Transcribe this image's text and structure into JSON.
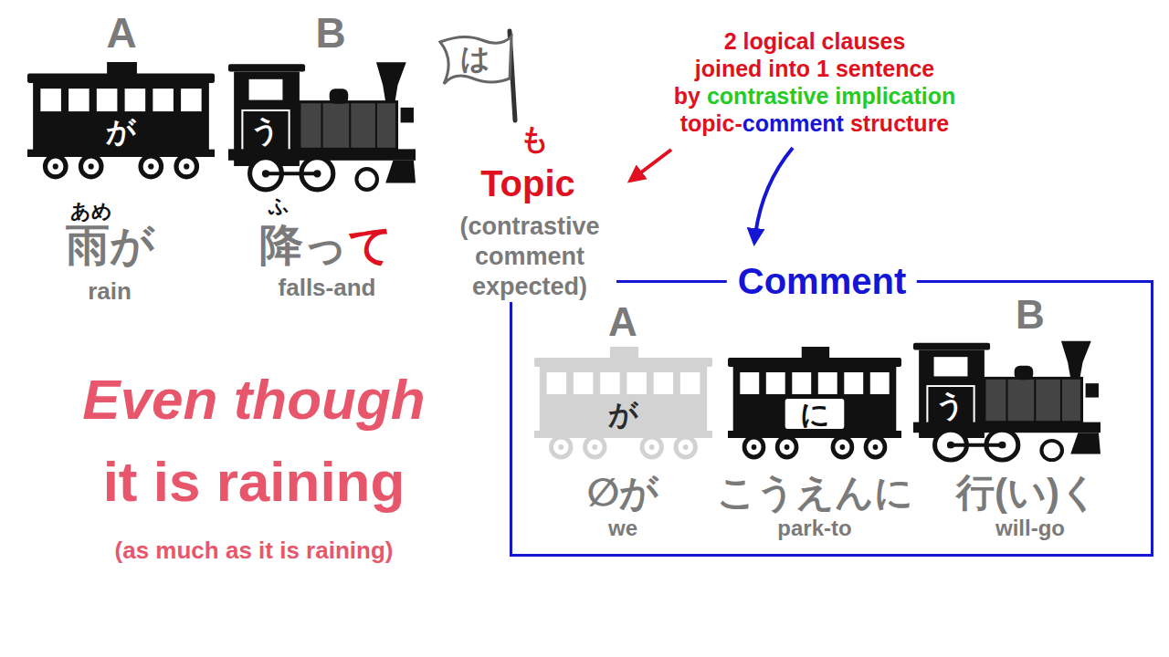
{
  "diagram": {
    "nodes": [
      {
        "text": [
          "が"
        ]
      },
      {
        "text": [
          "う"
        ]
      },
      {
        "text": [
          "は"
        ]
      },
      {
        "text": [
          "Comment"
        ]
      },
      {
        "text": [
          "が"
        ],
        "in": 3
      },
      {
        "text": [
          "に"
        ],
        "in": 3
      },
      {
        "text": [
          "う"
        ],
        "in": 3
      }
    ],
    "labels": [
      "A",
      "あめ",
      "雨が",
      "rain",
      "B",
      "ふ",
      "降っ",
      "て",
      "falls-and",
      "2 logical clauses",
      "joined into 1 sentence",
      "by",
      "contrastive implication",
      "topic-",
      "comment",
      "structure",
      "も",
      "Topic",
      "(contrastive comment expected)",
      "A",
      "∅が",
      "we",
      "こうえんに",
      "park-to",
      "B",
      "行(い)く",
      "will-go",
      "Even though",
      "it is raining",
      "(as much as it is raining)"
    ]
  }
}
